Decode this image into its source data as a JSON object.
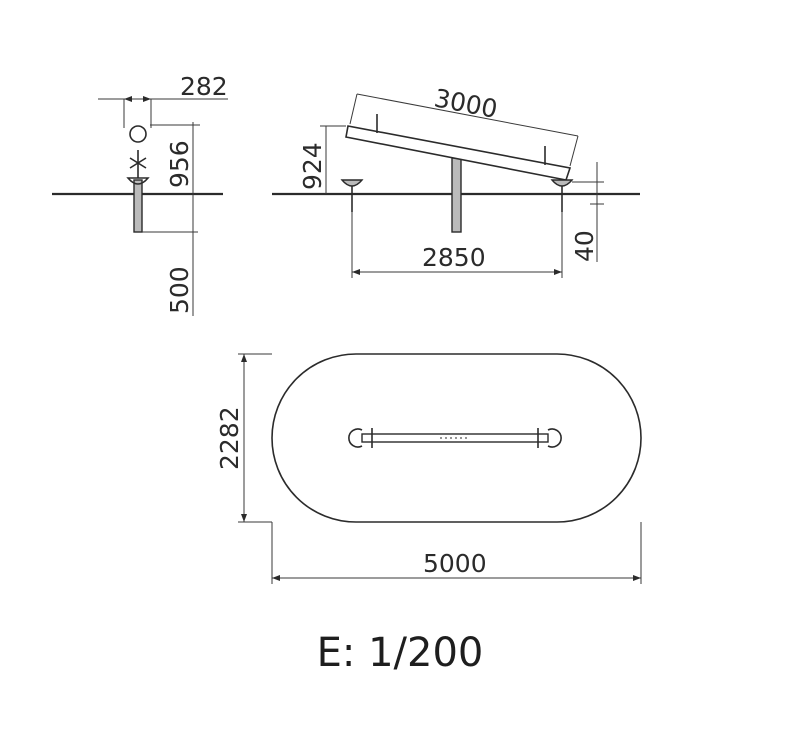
{
  "drawing": {
    "side_view": {
      "width_dim": "282",
      "height_dim": "956",
      "depth_dim": "500"
    },
    "front_view": {
      "beam_length_dim": "3000",
      "seat_height_dim": "924",
      "span_dim": "2850",
      "ground_offset_dim": "40"
    },
    "plan_view": {
      "width_dim": "2282",
      "length_dim": "5000"
    },
    "scale_label": "E: 1/200"
  }
}
